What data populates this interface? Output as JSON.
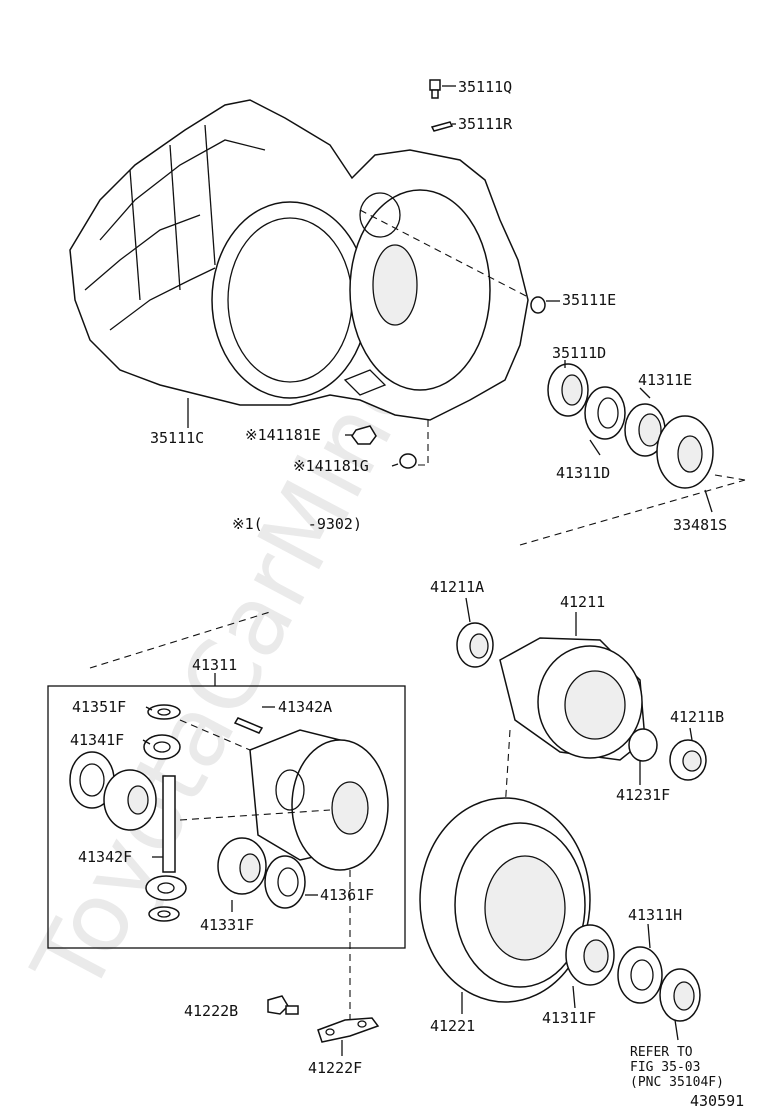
{
  "watermark": "ToyotaCarMine.ru",
  "labels": {
    "p35111Q": "35111Q",
    "p35111R": "35111R",
    "p35111E": "35111E",
    "p35111D": "35111D",
    "p41311E": "41311E",
    "p35111C": "35111C",
    "p41181E": "※141181E",
    "p41181G": "※141181G",
    "p41311D": "41311D",
    "p33481S": "33481S",
    "note": "※1(     -9302)",
    "p41211A": "41211A",
    "p41211": "41211",
    "p41211B": "41211B",
    "p41231F": "41231F",
    "p41311": "41311",
    "p41351F": "41351F",
    "p41342A": "41342A",
    "p41341F": "41341F",
    "p41342F": "41342F",
    "p41331F": "41331F",
    "p41361F": "41361F",
    "p41222B": "41222B",
    "p41222F": "41222F",
    "p41221": "41221",
    "p41311F": "41311F",
    "p41311H": "41311H",
    "refer1": "REFER TO",
    "refer2": "FIG 35-03",
    "refer3": "(PNC 35104F)",
    "figno": "430591"
  }
}
